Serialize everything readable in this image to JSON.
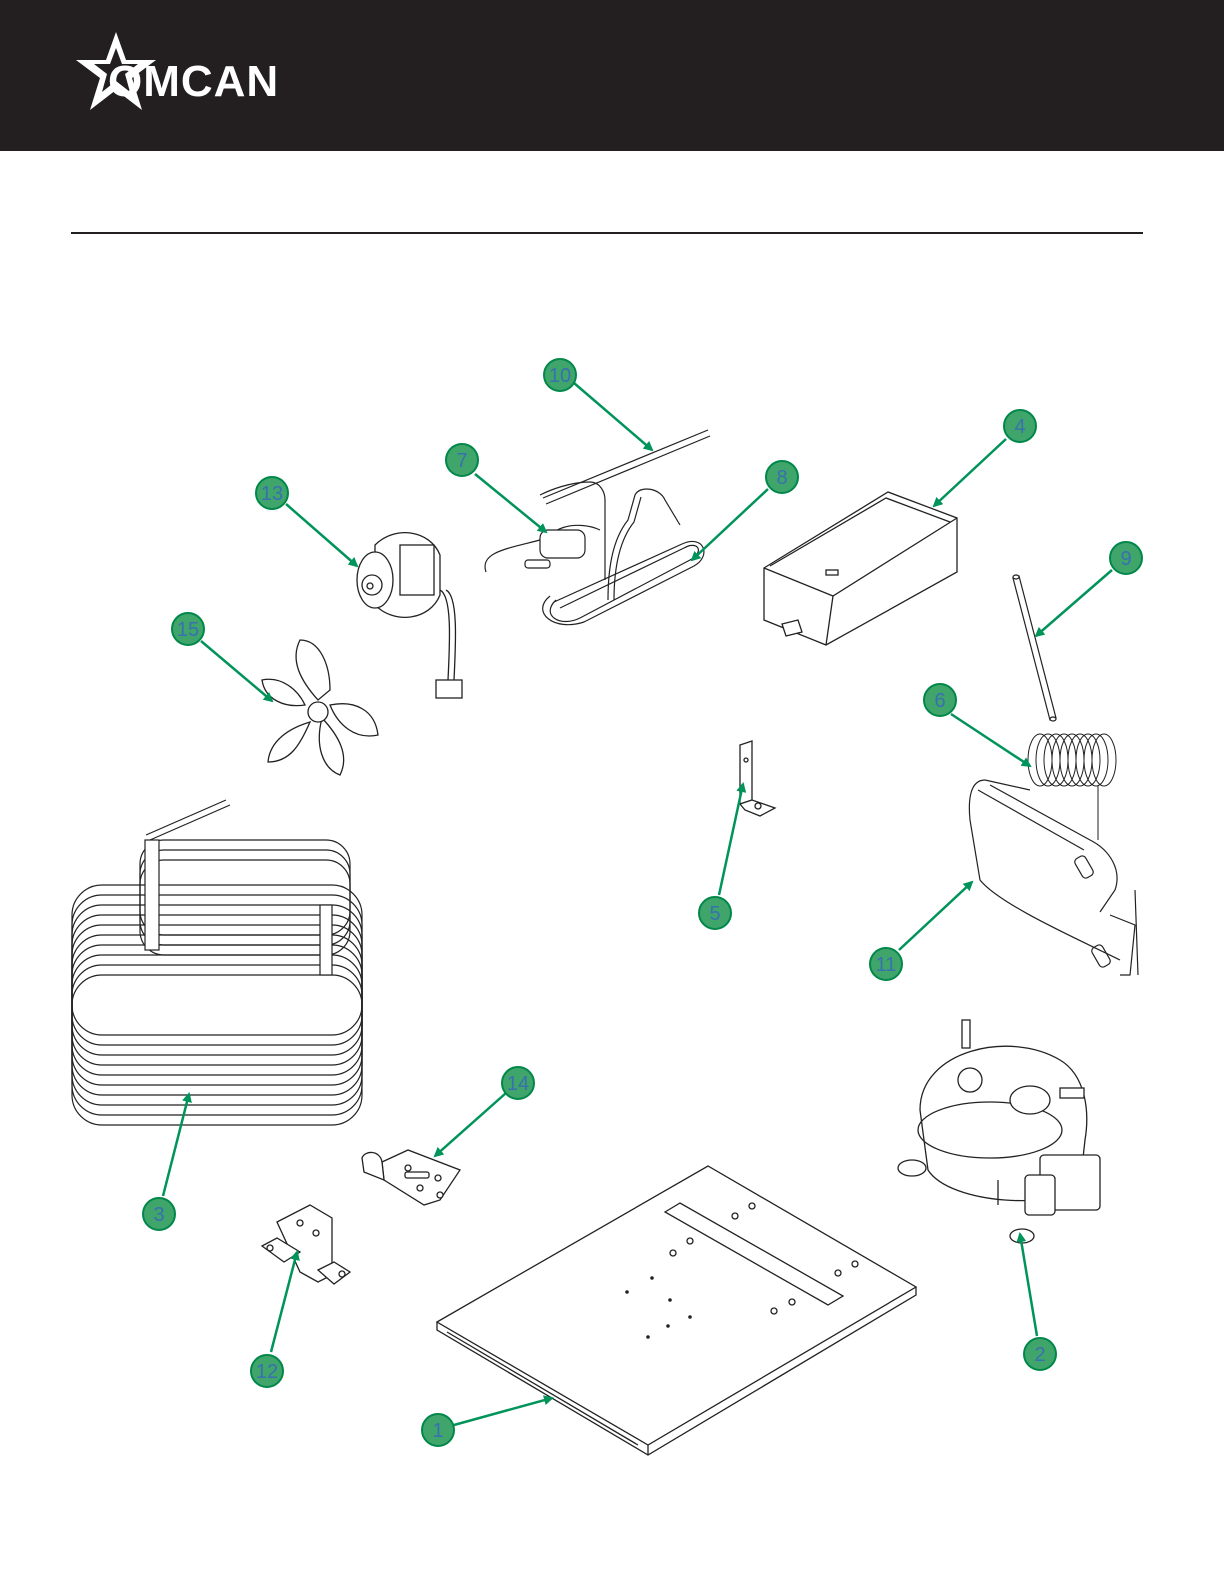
{
  "brand": {
    "name": "OMCAN"
  },
  "callouts": [
    {
      "id": "c1",
      "label": "1"
    },
    {
      "id": "c2",
      "label": "2"
    },
    {
      "id": "c3",
      "label": "3"
    },
    {
      "id": "c4",
      "label": "4"
    },
    {
      "id": "c5",
      "label": "5"
    },
    {
      "id": "c6",
      "label": "6"
    },
    {
      "id": "c7",
      "label": "7"
    },
    {
      "id": "c8",
      "label": "8"
    },
    {
      "id": "c9",
      "label": "9"
    },
    {
      "id": "c10",
      "label": "10"
    },
    {
      "id": "c11",
      "label": "11"
    },
    {
      "id": "c12",
      "label": "12"
    },
    {
      "id": "c13",
      "label": "13"
    },
    {
      "id": "c14",
      "label": "14"
    },
    {
      "id": "c15",
      "label": "15"
    }
  ],
  "colors": {
    "header": "#231f20",
    "callout_fill": "#3fa56b",
    "callout_stroke": "#00874a",
    "leader": "#00935a",
    "label_text": "#3a6fb0"
  }
}
